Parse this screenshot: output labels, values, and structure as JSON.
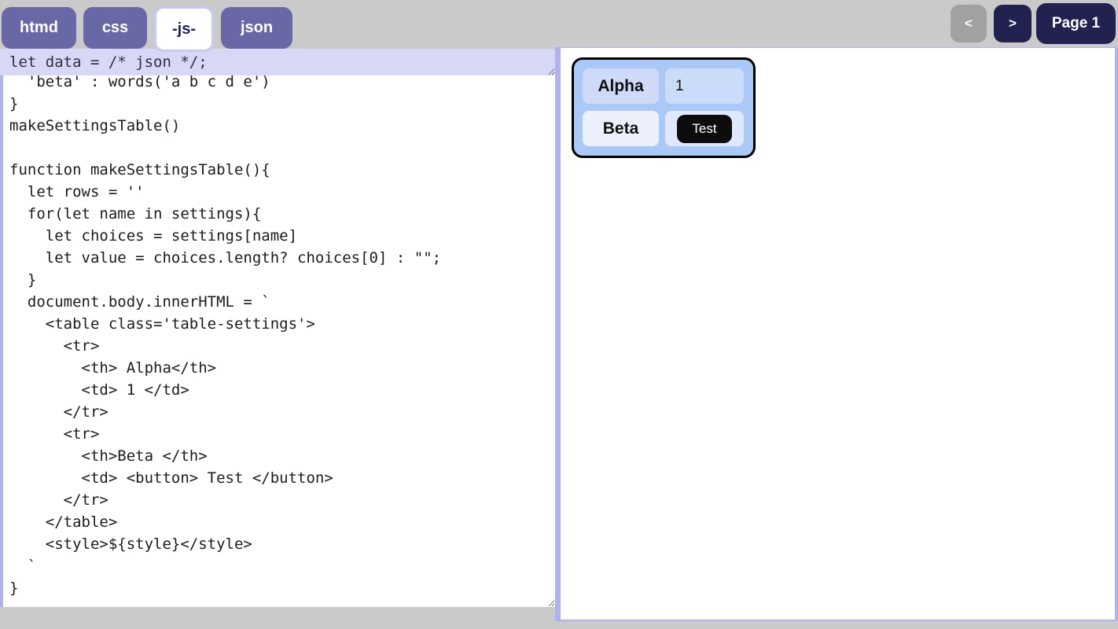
{
  "tabs": [
    {
      "label": "htmd",
      "active": false
    },
    {
      "label": "css",
      "active": false
    },
    {
      "label": "-js-",
      "active": true
    },
    {
      "label": "json",
      "active": false
    }
  ],
  "pagination": {
    "prev_label": "<",
    "next_label": ">",
    "page_label": "Page 1"
  },
  "editor": {
    "data_line": "let data = /* json */;",
    "code": "  'beta' : words('a b c d e')\n}\nmakeSettingsTable()\n\nfunction makeSettingsTable(){\n  let rows = ''\n  for(let name in settings){\n    let choices = settings[name]\n    let value = choices.length? choices[0] : \"\";\n  }\n  document.body.innerHTML = `\n    <table class='table-settings'>\n      <tr>\n        <th> Alpha</th>\n        <td> 1 </td>\n      </tr>\n      <tr>\n        <th>Beta </th>\n        <td> <button> Test </button>\n      </tr>\n    </table>\n    <style>${style}</style>\n  `\n}"
  },
  "preview": {
    "table": {
      "rows": [
        {
          "header": "Alpha",
          "value": "1"
        },
        {
          "header": "Beta",
          "button_label": "Test"
        }
      ]
    }
  },
  "colors": {
    "page_bg": "#cacaca",
    "tab_inactive": "#6968a6",
    "tab_active_border": "#c6c9f2",
    "tab_active_text": "#1c1c6e",
    "nav_disabled": "#a1a1a1",
    "nav_active": "#212250",
    "editor_data_bg": "#d6d8f5",
    "divider": "#b1b2ec",
    "preview_table_bg": "#aac9f6",
    "cell_th1": "#cfdaf8",
    "cell_td1": "#cbdcfa",
    "cell_th2": "#edeffd",
    "cell_td2": "#dfe8fc",
    "test_button_bg": "#0d0d0d"
  }
}
